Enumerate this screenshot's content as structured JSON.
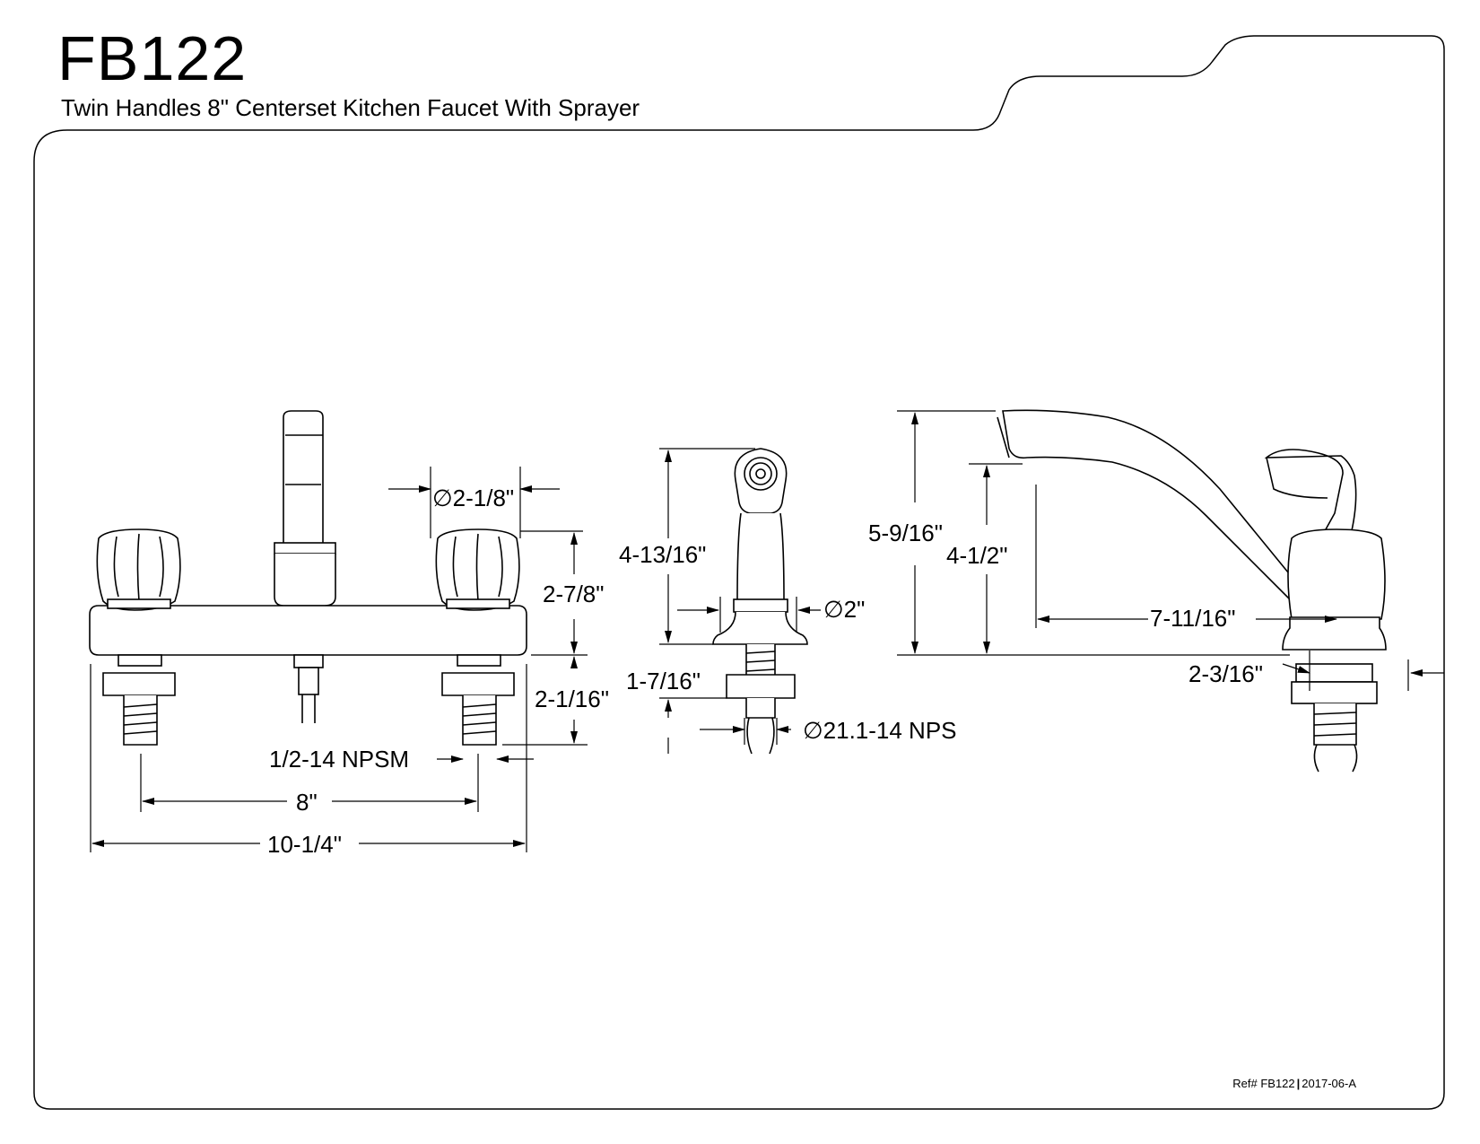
{
  "header": {
    "model": "FB122",
    "subtitle": "Twin Handles 8\" Centerset Kitchen Faucet With Sprayer"
  },
  "dimensions": {
    "handle_diameter": "∅2-1/8\"",
    "handle_height": "2-7/8\"",
    "shank_length": "2-1/16\"",
    "shank_thread": "1/2-14 NPSM",
    "center_spacing": "8\"",
    "overall_width": "10-1/4\"",
    "sprayer_height": "4-13/16\"",
    "sprayer_base_diameter": "∅2\"",
    "sprayer_shank_length": "1-7/16\"",
    "sprayer_thread": "∅21.1-14 NPS",
    "spout_height": "5-9/16\"",
    "spout_clearance": "4-1/2\"",
    "spout_reach": "7-11/16\"",
    "side_depth": "2-3/16\""
  },
  "footer": {
    "ref": "Ref# FB122",
    "date_code": "2017-06-A"
  }
}
